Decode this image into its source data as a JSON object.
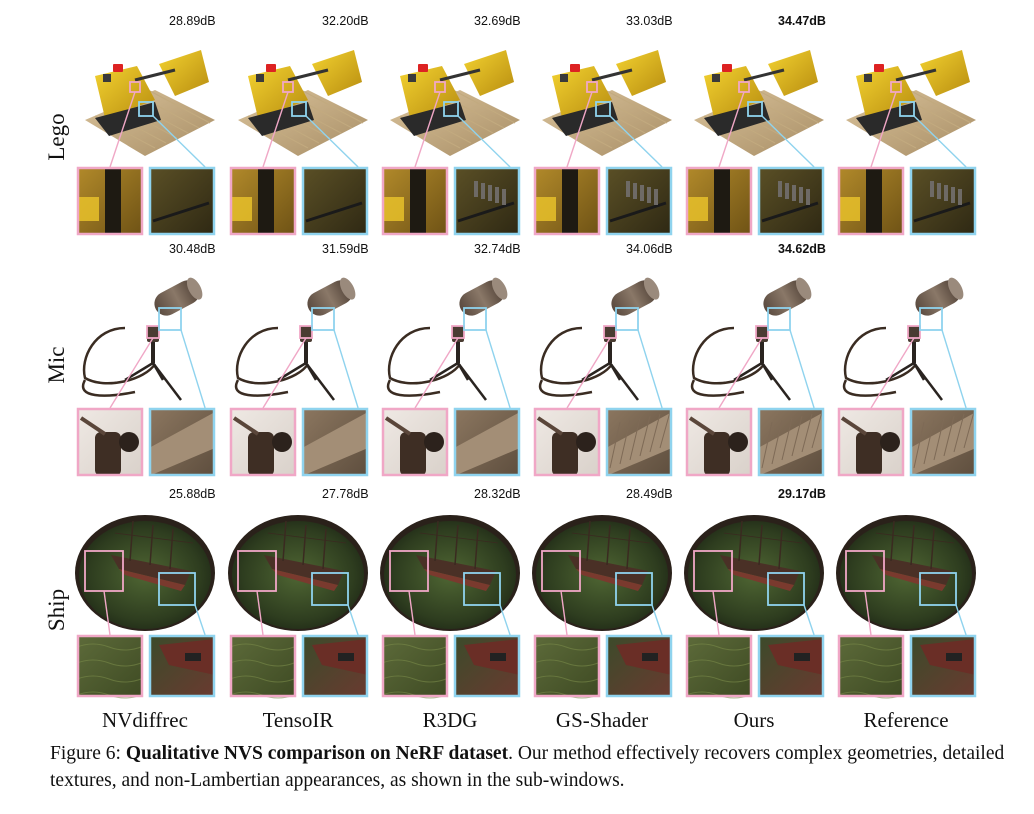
{
  "figure": {
    "methods": [
      "NVdiffrec",
      "TensoIR",
      "R3DG",
      "GS-Shader",
      "Ours",
      "Reference"
    ],
    "rows": [
      {
        "label": "Lego",
        "scene": "lego",
        "psnr": [
          "28.89dB",
          "32.20dB",
          "32.69dB",
          "33.03dB",
          "34.47dB"
        ],
        "best_index": 4
      },
      {
        "label": "Mic",
        "scene": "mic",
        "psnr": [
          "30.48dB",
          "31.59dB",
          "32.74dB",
          "34.06dB",
          "34.62dB"
        ],
        "best_index": 4
      },
      {
        "label": "Ship",
        "scene": "ship",
        "psnr": [
          "25.88dB",
          "27.78dB",
          "28.32dB",
          "28.49dB",
          "29.17dB"
        ],
        "best_index": 4
      }
    ],
    "colors": {
      "pink_box": "#f0a7c6",
      "blue_box": "#8fd3ee"
    }
  },
  "caption": {
    "label": "Figure 6:",
    "title": "Qualitative NVS comparison on NeRF dataset",
    "text": ". Our method effectively recovers complex geometries, detailed textures, and non-Lambertian appearances, as shown in the sub-windows."
  }
}
